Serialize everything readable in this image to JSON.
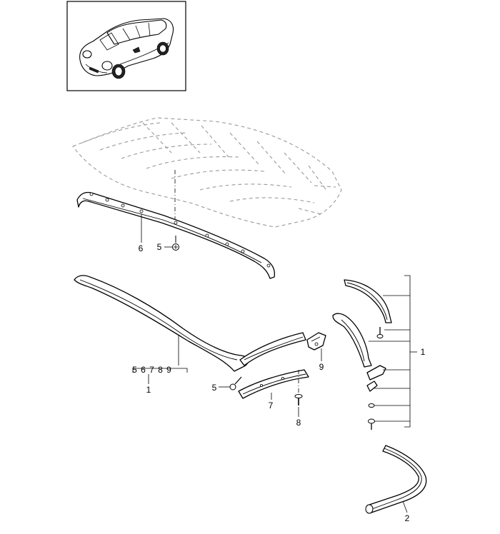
{
  "diagram": {
    "callouts": {
      "group_left_numbers": "5 6 7 8 9",
      "group_left_parent": "1",
      "group_right_parent": "1",
      "item_2": "2",
      "item_5_top": "5",
      "item_5_lower": "5",
      "item_6": "6",
      "item_7": "7",
      "item_8": "8",
      "item_9": "9"
    }
  }
}
